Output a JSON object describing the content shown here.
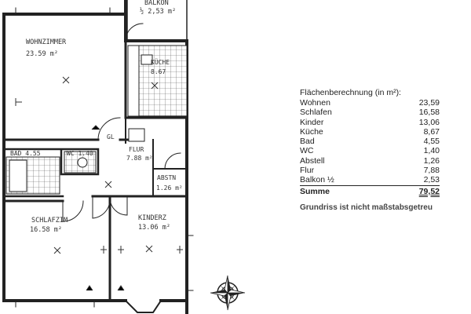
{
  "rooms": {
    "balkon": {
      "name": "BALKON",
      "area": "½ 2,53 m²"
    },
    "wohnzimmer": {
      "name": "WOHNZIMMER",
      "area": "23.59 m²"
    },
    "kueche": {
      "name": "KÜCHE",
      "area": "8.67"
    },
    "gl": {
      "name": "GL"
    },
    "bad": {
      "name": "BAD 4.55"
    },
    "wc": {
      "name": "WC 1.40"
    },
    "flur": {
      "name": "FLUR",
      "area": "7.88 m²"
    },
    "abstell": {
      "name": "ABSTN",
      "area": "1.26 m²"
    },
    "schlafzimmer": {
      "name": "SCHLAFZIM",
      "area": "16.58 m²"
    },
    "kinderzimmer": {
      "name": "KINDERZ",
      "area": "13.06 m²"
    }
  },
  "area_table": {
    "title": "Flächenberechnung (in m²):",
    "rows": [
      {
        "label": "Wohnen",
        "value": "23,59"
      },
      {
        "label": "Schlafen",
        "value": "16,58"
      },
      {
        "label": "Kinder",
        "value": "13,06"
      },
      {
        "label": "Küche",
        "value": "8,67"
      },
      {
        "label": "Bad",
        "value": "4,55"
      },
      {
        "label": "WC",
        "value": "1,40"
      },
      {
        "label": "Abstell",
        "value": "1,26"
      },
      {
        "label": "Flur",
        "value": "7,88"
      },
      {
        "label": "Balkon ½",
        "value": "2,53"
      }
    ],
    "total_label": "Summe",
    "total_value": "79,52"
  },
  "note": "Grundriss ist nicht maßstabsgetreu",
  "compass": {
    "icon": "compass-rose-icon"
  },
  "colors": {
    "ink": "#222222",
    "paper": "#ffffff"
  }
}
